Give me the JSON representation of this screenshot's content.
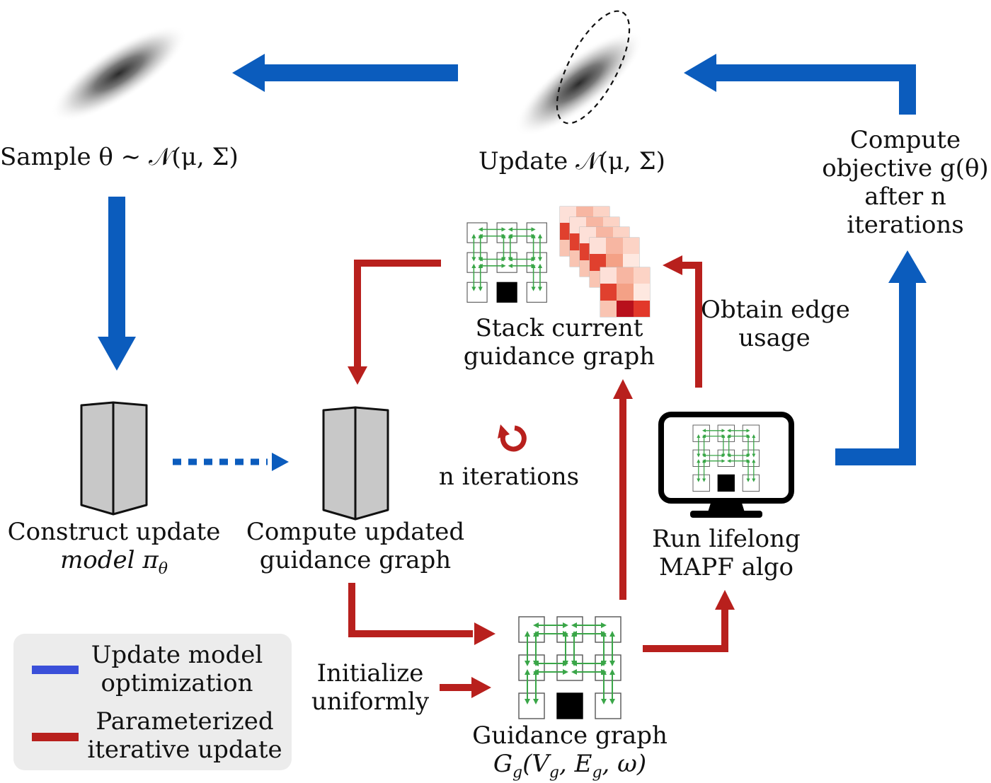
{
  "colors": {
    "update_model_optimization": "#0b5cbd",
    "parameterized_iterative_update": "#b8201d",
    "legend_blue": "#3a4fd9",
    "legend_background": "#ececec",
    "guidance_edge": "#3aa648",
    "block": "#c8c8c8"
  },
  "nodes": {
    "sample": {
      "label": "Sample θ ∼ 𝒩(μ, Σ)"
    },
    "update_distribution": {
      "label": "Update 𝒩(μ, Σ)"
    },
    "compute_objective": {
      "lines": [
        "Compute",
        "objective g(θ)",
        "after n",
        "iterations"
      ]
    },
    "construct_model": {
      "lines": [
        "Construct update",
        "model π",
        "θ"
      ]
    },
    "compute_graph": {
      "lines": [
        "Compute updated",
        "guidance graph"
      ]
    },
    "stack_graph": {
      "lines": [
        "Stack current",
        "guidance graph"
      ]
    },
    "run_mapf": {
      "lines": [
        "Run lifelong",
        "MAPF algo"
      ]
    },
    "guidance_graph": {
      "lines": [
        "Guidance graph",
        "G",
        "g",
        "(V",
        "g",
        ", E",
        "g",
        ", ω)"
      ]
    }
  },
  "edge_labels": {
    "obtain_edge_usage": [
      "Obtain edge",
      "usage"
    ],
    "n_iterations": "n iterations",
    "initialize": [
      "Initialize",
      "uniformly"
    ]
  },
  "legend": [
    {
      "lines": [
        "Update model",
        "optimization"
      ],
      "color": "#3a4fd9"
    },
    {
      "lines": [
        "Parameterized",
        "iterative update"
      ],
      "color": "#b8201d"
    }
  ],
  "icons": [
    "gaussian-blob-icon",
    "block-model-icon",
    "grid-graph-icon",
    "heatmap-stack-icon",
    "monitor-icon",
    "cycle-arrow-icon"
  ]
}
